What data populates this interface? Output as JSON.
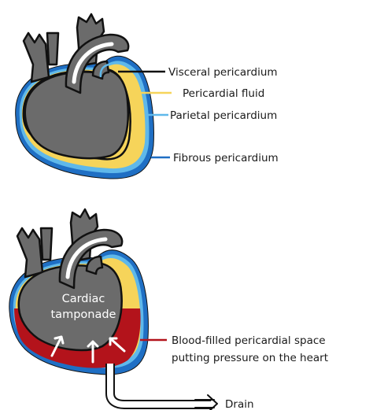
{
  "colors": {
    "heart": "#6b6b6b",
    "outline": "#111111",
    "visceral": "#111111",
    "fluid": "#f6d45a",
    "parietal": "#5fb8ea",
    "fibrous": "#1f6fc4",
    "blood": "#b3131b",
    "arrow_white": "#ffffff"
  },
  "top_diagram": {
    "labels": {
      "visceral": "Visceral pericardium",
      "fluid": "Pericardial fluid",
      "parietal": "Parietal pericardium",
      "fibrous": "Fibrous pericardium"
    }
  },
  "bottom_diagram": {
    "inside_text": [
      "Cardiac",
      "tamponade"
    ],
    "blood_label": [
      "Blood-filled pericardial space",
      "putting pressure on the heart"
    ],
    "drain_label": "Drain"
  }
}
